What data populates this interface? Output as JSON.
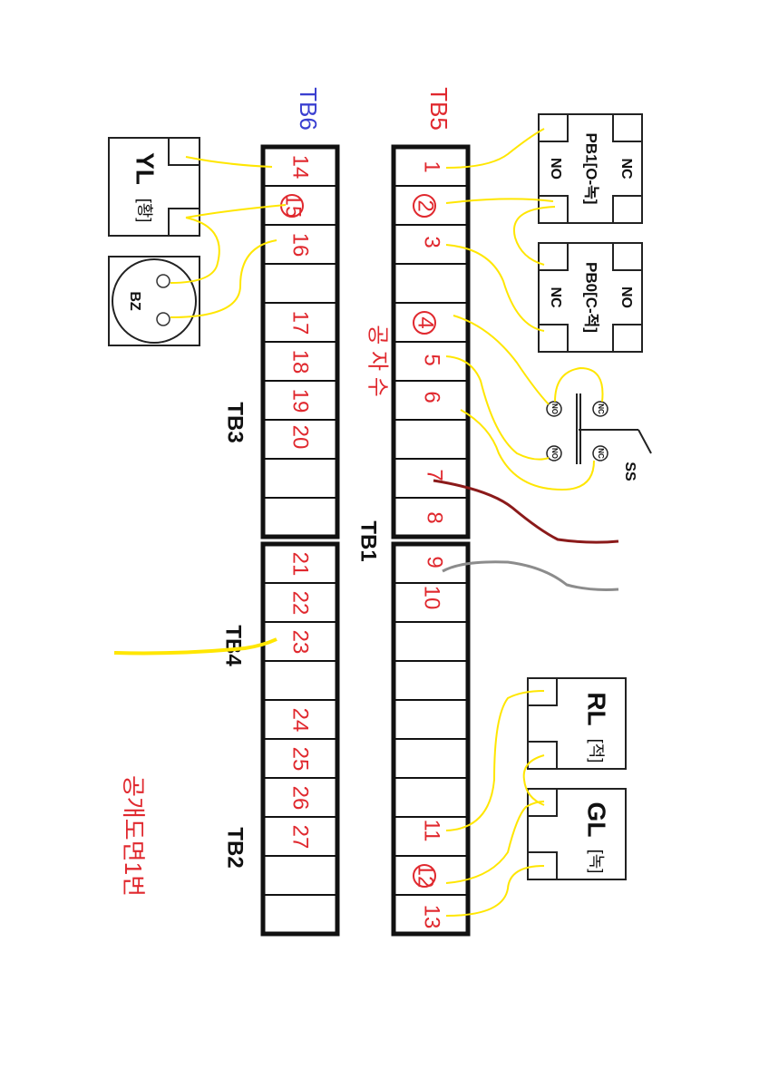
{
  "headers": {
    "tb6": "TB6",
    "tb5": "TB5"
  },
  "groups": {
    "tb3": "TB3",
    "tb1": "TB1",
    "tb4": "TB4",
    "tb2": "TB2"
  },
  "left_terminals": [
    "14",
    "15",
    "16",
    "17",
    "18",
    "19",
    "20",
    "21",
    "22",
    "23",
    "24",
    "25",
    "26",
    "27"
  ],
  "right_terminals": [
    "1",
    "2",
    "3",
    "4",
    "5",
    "6",
    "7",
    "8",
    "9",
    "10",
    "11",
    "12",
    "13"
  ],
  "components": {
    "yl": {
      "name": "YL",
      "color": "[황]"
    },
    "bz": {
      "name": "BZ"
    },
    "pb1": {
      "name": "PB1[O-녹]",
      "contact_a": "NO",
      "contact_b": "NC"
    },
    "pb0": {
      "name": "PB0[C-적]",
      "contact_a": "NC",
      "contact_b": "NO"
    },
    "ss": {
      "name": "SS",
      "contacts": [
        "NO",
        "NC",
        "NO",
        "NC"
      ]
    },
    "rl": {
      "name": "RL",
      "color": "[적]"
    },
    "gl": {
      "name": "GL",
      "color": "[녹]"
    }
  },
  "annotations": {
    "common": "공 자 수",
    "title": "공개도면1번"
  },
  "colors": {
    "wire": "#ffe600",
    "red_text": "#e0282e",
    "blue_text": "#3a3fd0",
    "dark_red_wire": "#8b1a1a",
    "gray_wire": "#8c8c8c"
  }
}
